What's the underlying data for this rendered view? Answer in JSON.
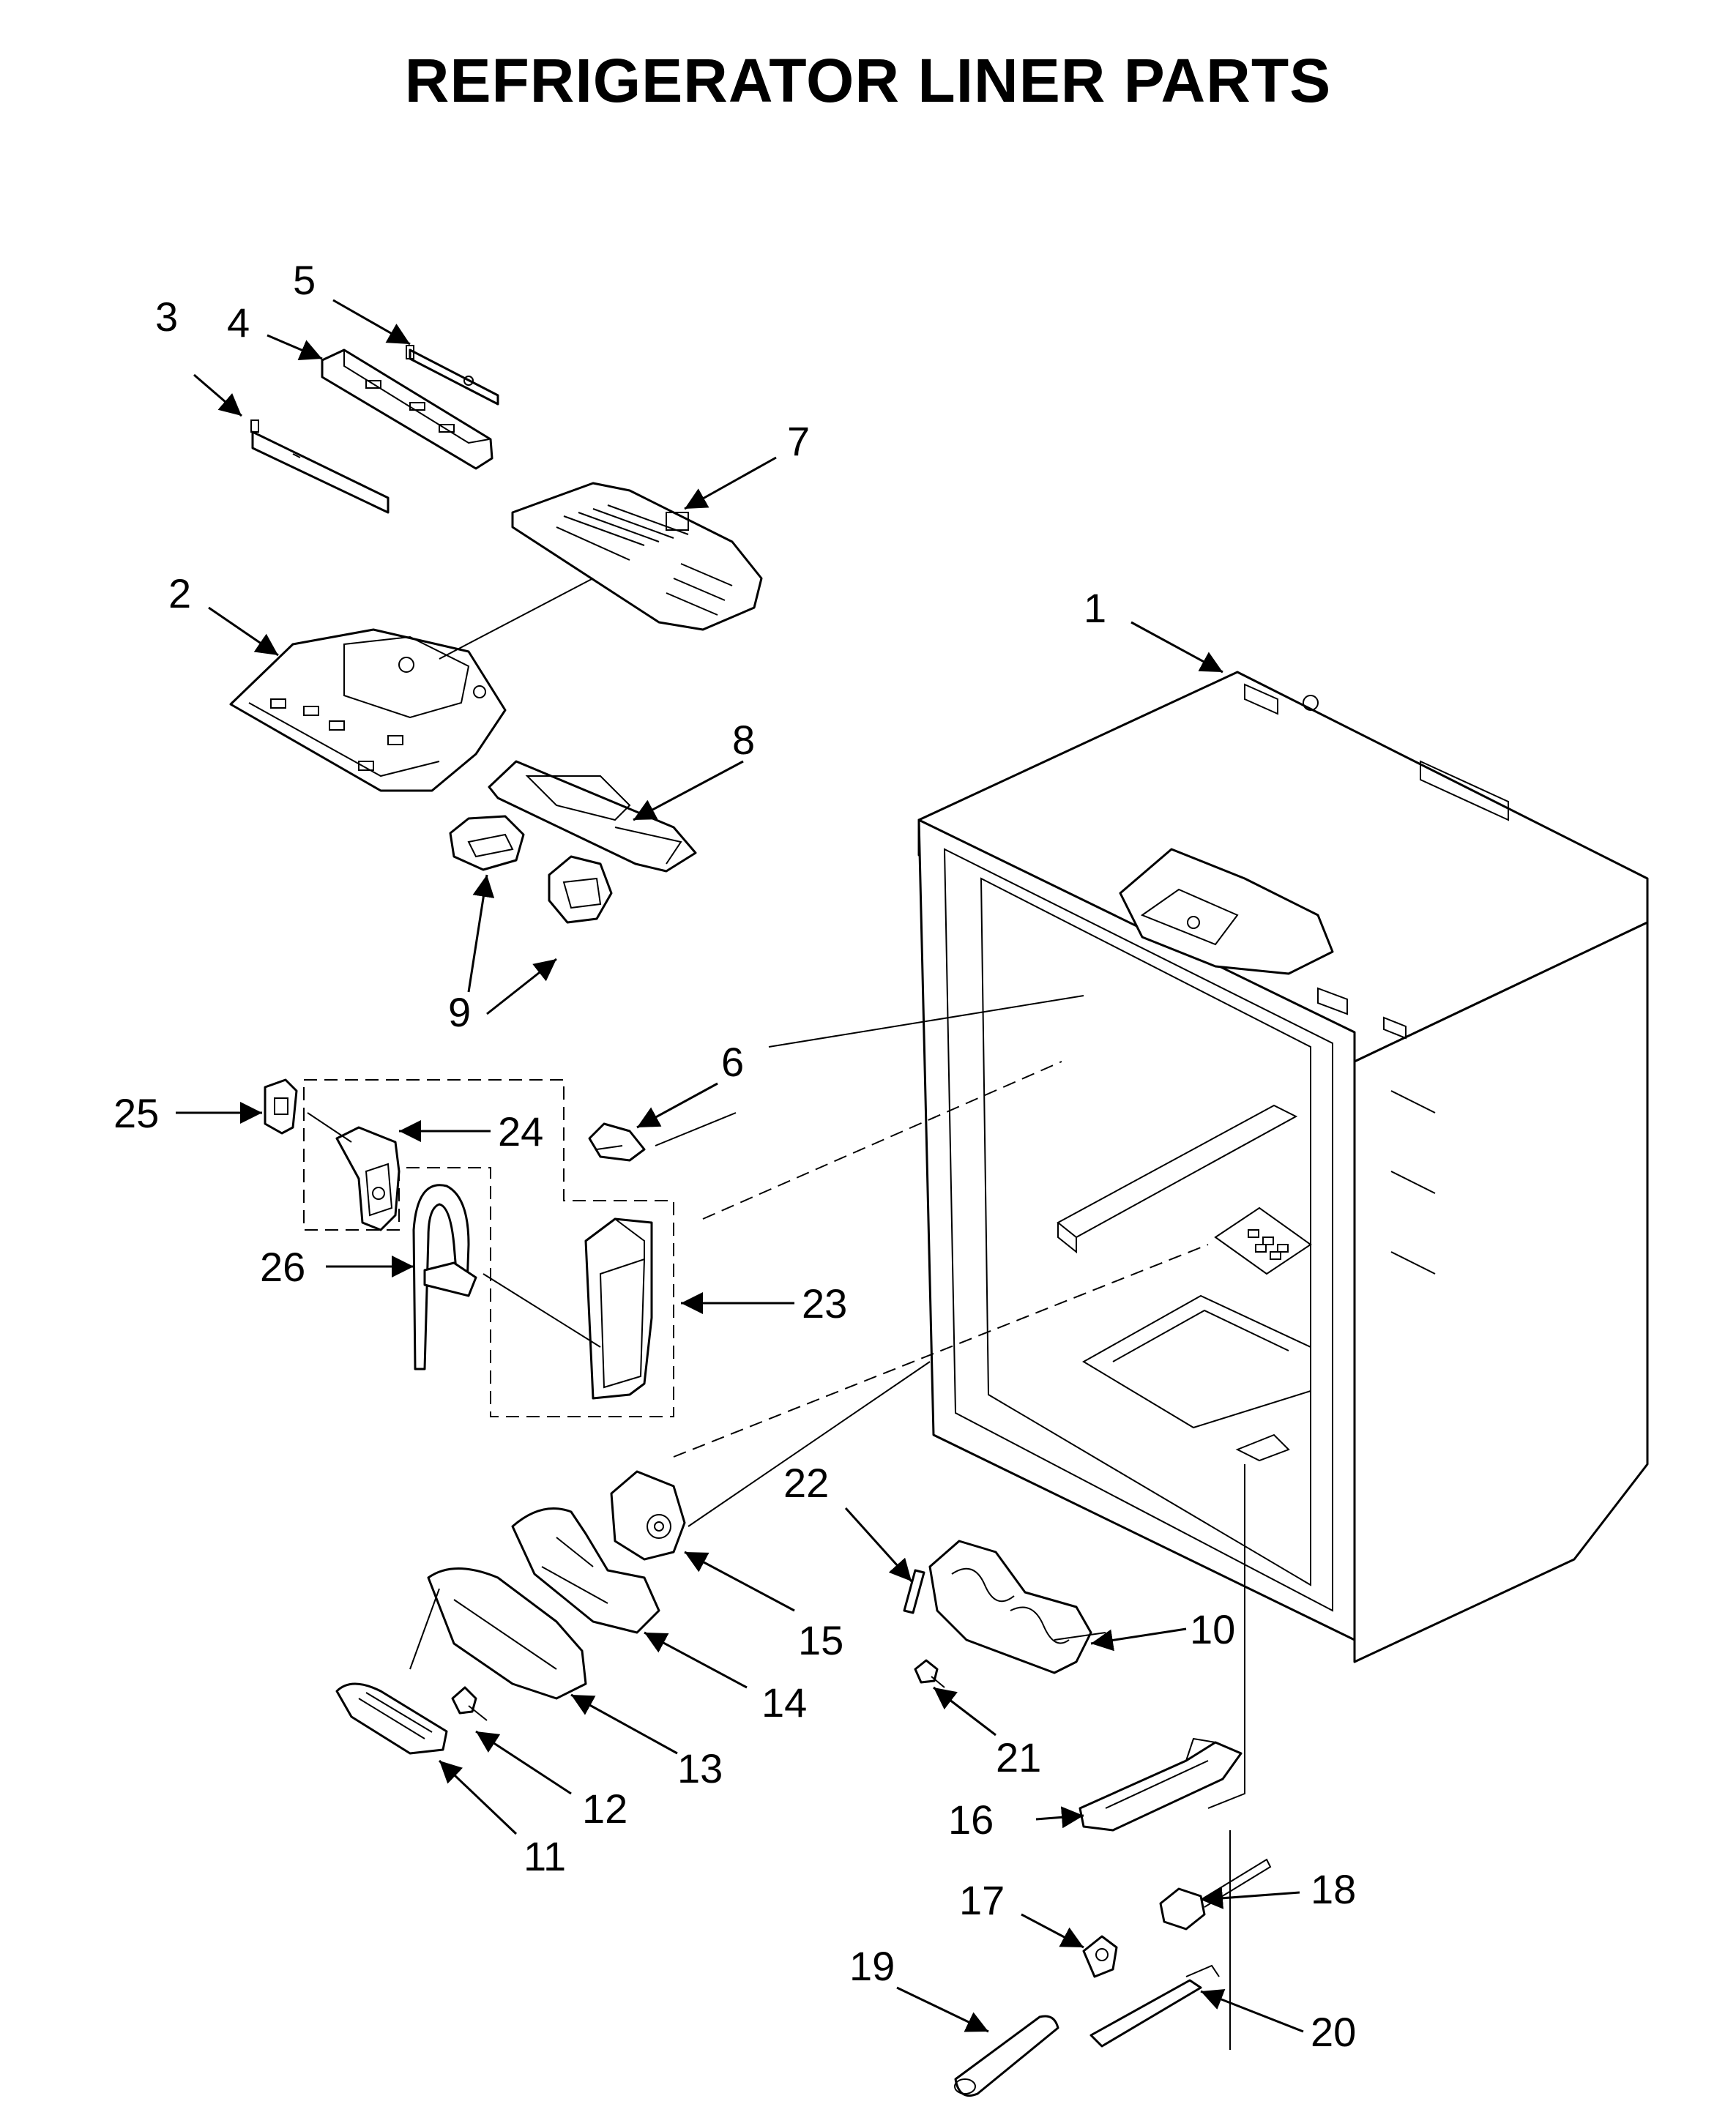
{
  "title": "REFRIGERATOR LINER PARTS",
  "callouts": [
    {
      "id": "1",
      "label": "1"
    },
    {
      "id": "2",
      "label": "2"
    },
    {
      "id": "3",
      "label": "3"
    },
    {
      "id": "4",
      "label": "4"
    },
    {
      "id": "5",
      "label": "5"
    },
    {
      "id": "6",
      "label": "6"
    },
    {
      "id": "7",
      "label": "7"
    },
    {
      "id": "8",
      "label": "8"
    },
    {
      "id": "9",
      "label": "9"
    },
    {
      "id": "10",
      "label": "10"
    },
    {
      "id": "11",
      "label": "11"
    },
    {
      "id": "12",
      "label": "12"
    },
    {
      "id": "13",
      "label": "13"
    },
    {
      "id": "14",
      "label": "14"
    },
    {
      "id": "15",
      "label": "15"
    },
    {
      "id": "16",
      "label": "16"
    },
    {
      "id": "17",
      "label": "17"
    },
    {
      "id": "18",
      "label": "18"
    },
    {
      "id": "19",
      "label": "19"
    },
    {
      "id": "20",
      "label": "20"
    },
    {
      "id": "21",
      "label": "21"
    },
    {
      "id": "22",
      "label": "22"
    },
    {
      "id": "23",
      "label": "23"
    },
    {
      "id": "24",
      "label": "24"
    },
    {
      "id": "25",
      "label": "25"
    },
    {
      "id": "26",
      "label": "26"
    }
  ]
}
